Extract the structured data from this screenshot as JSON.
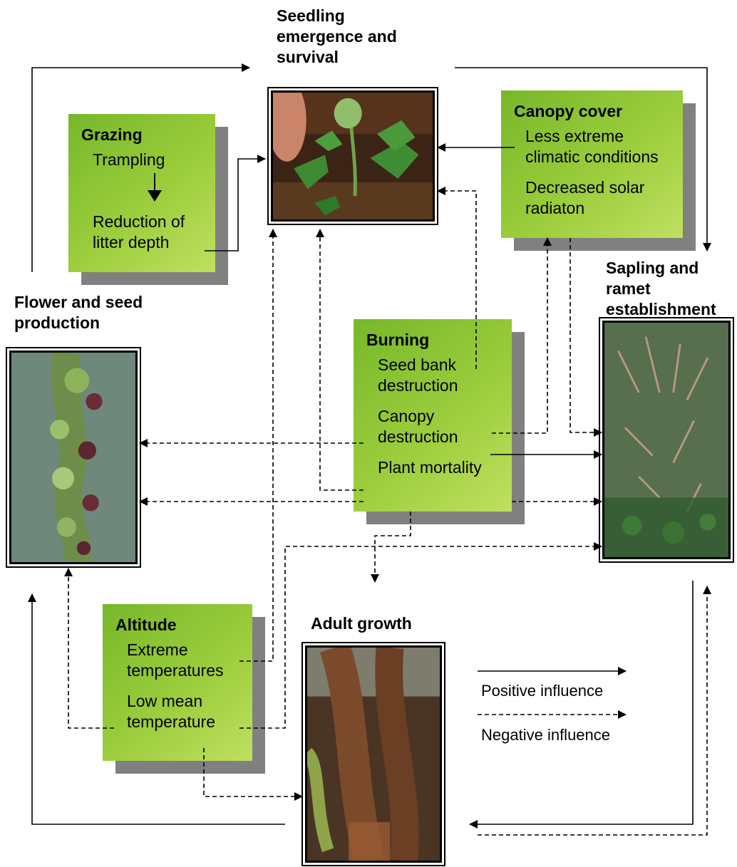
{
  "stages": {
    "seedling": "Seedling\nemergence and\nsurvival",
    "sapling": "Sapling and\nramet\nestablishment",
    "flower": "Flower and seed\nproduction",
    "adult": "Adult growth"
  },
  "factors": {
    "grazing": {
      "title": "Grazing",
      "items": [
        "Trampling",
        "Reduction of\nlitter depth"
      ]
    },
    "canopy": {
      "title": "Canopy cover",
      "items": [
        "Less extreme\nclimatic conditions",
        "Decreased solar\nradiaton"
      ]
    },
    "burning": {
      "title": "Burning",
      "items": [
        "Seed bank\ndestruction",
        "Canopy\ndestruction",
        "Plant mortality"
      ]
    },
    "altitude": {
      "title": "Altitude",
      "items": [
        "Extreme\ntemperatures",
        "Low mean\ntemperature"
      ]
    }
  },
  "legend": {
    "positive": "Positive influence",
    "negative": "Negative influence"
  },
  "colors": {
    "box_green": "#9ccd3c",
    "shadow": "#808080",
    "line": "#000000"
  },
  "icons": {
    "trampling_arrow": "down-arrow"
  }
}
